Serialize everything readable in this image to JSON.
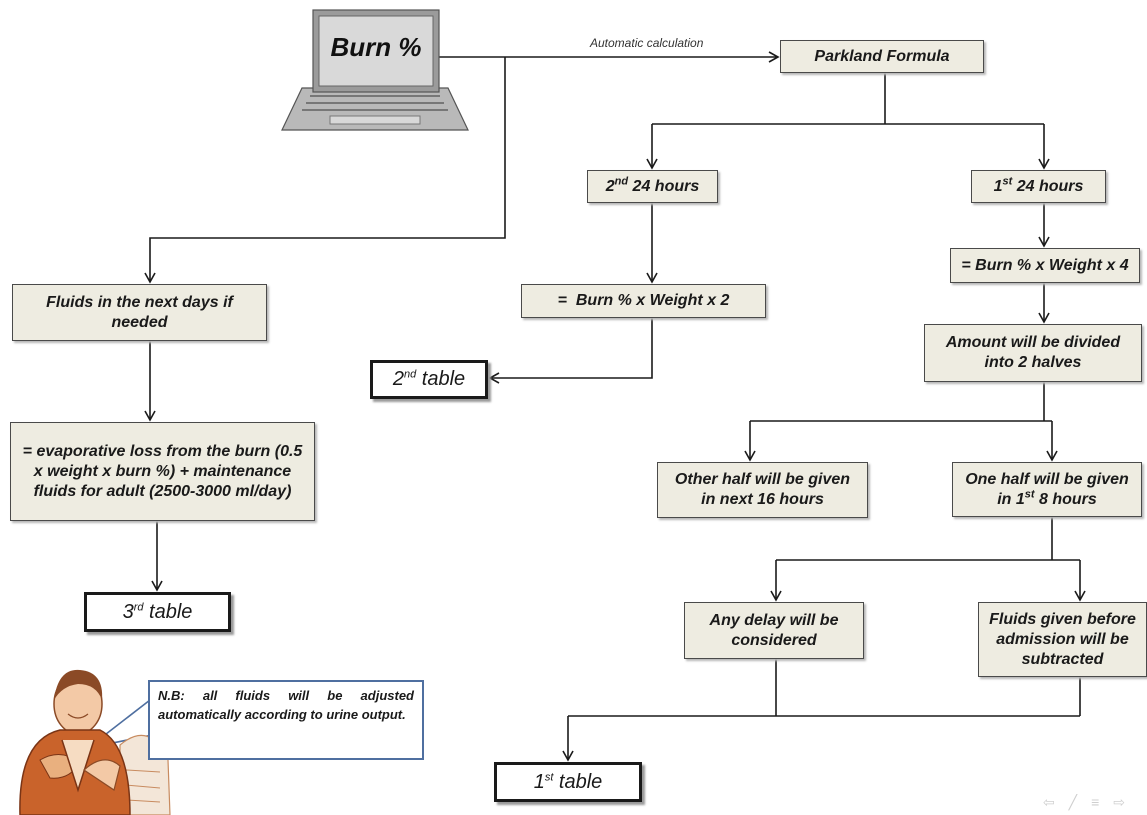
{
  "laptop": {
    "label": "Burn %"
  },
  "arrow_label": "Automatic calculation",
  "nodes": {
    "parkland": "Parkland Formula",
    "first_24": {
      "pre": "1",
      "sup": "st",
      "post": " 24 hours"
    },
    "second_24": {
      "pre": "2",
      "sup": "nd",
      "post": " 24 hours"
    },
    "formula_x4": "= Burn % x Weight x 4",
    "formula_x2": "=  Burn % x Weight x 2",
    "amount_divided": "Amount will be divided into 2 halves",
    "other_half": "Other half will be given in next 16 hours",
    "one_half": {
      "pre": "One half will be given in 1",
      "sup": "st",
      "post": " 8 hours"
    },
    "any_delay": "Any delay will be considered",
    "fluids_before": "Fluids given before admission will be subtracted",
    "fluids_next_days": "Fluids in the next days if needed",
    "evaporative": "= evaporative loss from the burn (0.5 x weight x burn %) + maintenance fluids for adult (2500-3000 ml/day)"
  },
  "tables": {
    "first": {
      "pre": "1",
      "sup": "st",
      "post": " table"
    },
    "second": {
      "pre": "2",
      "sup": "nd",
      "post": " table"
    },
    "third": {
      "pre": "3",
      "sup": "rd",
      "post": " table"
    }
  },
  "note": "N.B: all fluids will be adjusted automatically according to urine output.",
  "colors": {
    "box_fill": "#eeece1",
    "note_border": "#4f6fa0",
    "line": "#1a1a1a"
  },
  "icons": [
    "laptop-icon",
    "person-reading-icon",
    "nav-arrows-icon"
  ]
}
